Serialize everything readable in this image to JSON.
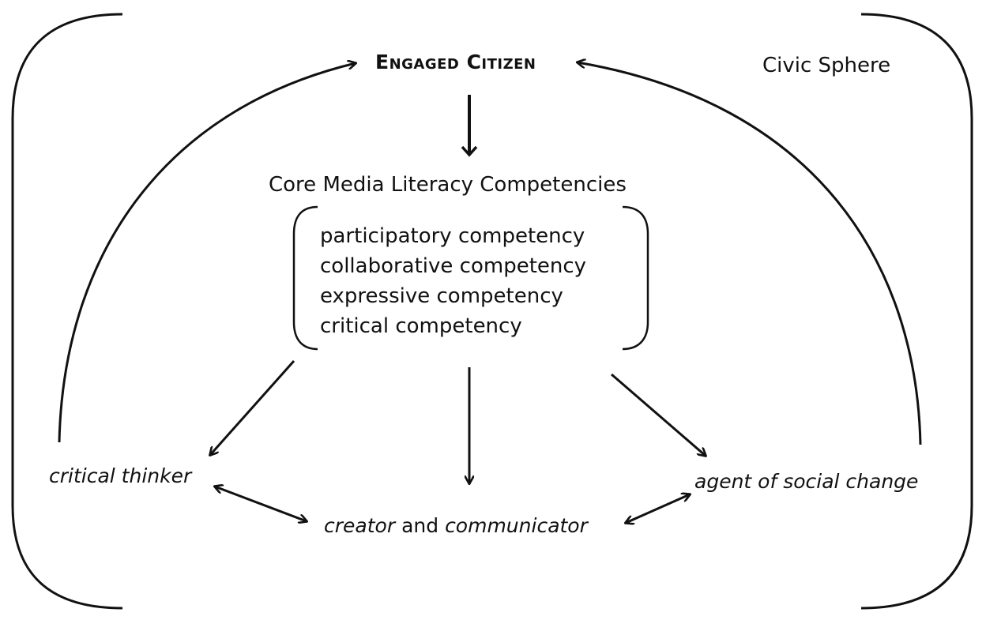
{
  "diagram": {
    "title": "Engaged Citizen",
    "sphere_label": "Civic Sphere",
    "core_heading": "Core Media Literacy Competencies",
    "competencies": [
      "participatory competency",
      "collaborative competency",
      "expressive competency",
      "critical competency"
    ],
    "outcomes": {
      "critical_thinker": "critical thinker",
      "agent_of_change": "agent of social change",
      "creator": "creator",
      "and": "and",
      "communicator": "communicator"
    }
  }
}
